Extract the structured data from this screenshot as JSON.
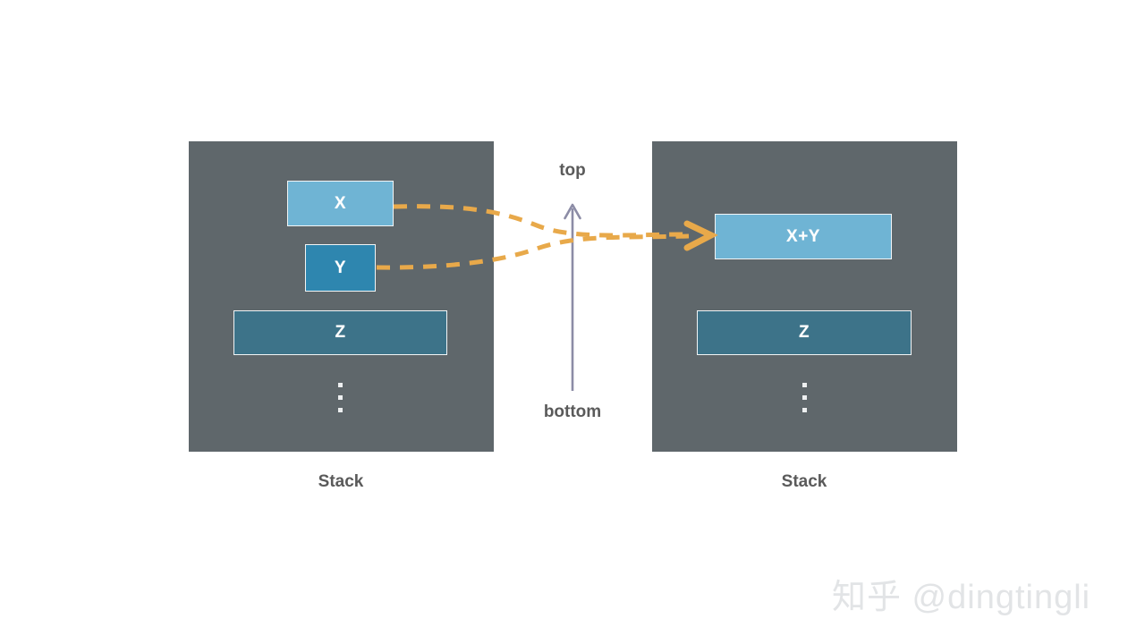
{
  "diagram": {
    "title_hidden": "",
    "colors": {
      "panel_bg": "#5F676B",
      "cell_light_blue": "#6FB4D4",
      "cell_mid_blue": "#2E86AF",
      "cell_dark_blue": "#3D7389",
      "flow_orange": "#E8A94A",
      "axis_purple": "#8C8CA6",
      "label_gray": "#5A5A5A",
      "page_bg": "#FFFFFF",
      "watermark_gray": "#E2E4E6"
    },
    "left_stack": {
      "caption": "Stack",
      "cells": [
        {
          "label": "X",
          "color": "#6FB4D4"
        },
        {
          "label": "Y",
          "color": "#2E86AF"
        },
        {
          "label": "Z",
          "color": "#3D7389"
        }
      ],
      "continuation": "⋮"
    },
    "right_stack": {
      "caption": "Stack",
      "cells": [
        {
          "label": "X+Y",
          "color": "#6FB4D4"
        },
        {
          "label": "Z",
          "color": "#3D7389"
        }
      ],
      "continuation": "⋮"
    },
    "axis": {
      "top_label": "top",
      "bottom_label": "bottom",
      "direction": "upward"
    },
    "flows": [
      {
        "from": "X",
        "to": "X+Y",
        "style": "dashed",
        "color": "#E8A94A"
      },
      {
        "from": "Y",
        "to": "X+Y",
        "style": "dashed",
        "color": "#E8A94A"
      }
    ]
  },
  "watermark": {
    "text": "知乎 @dingtingli"
  }
}
